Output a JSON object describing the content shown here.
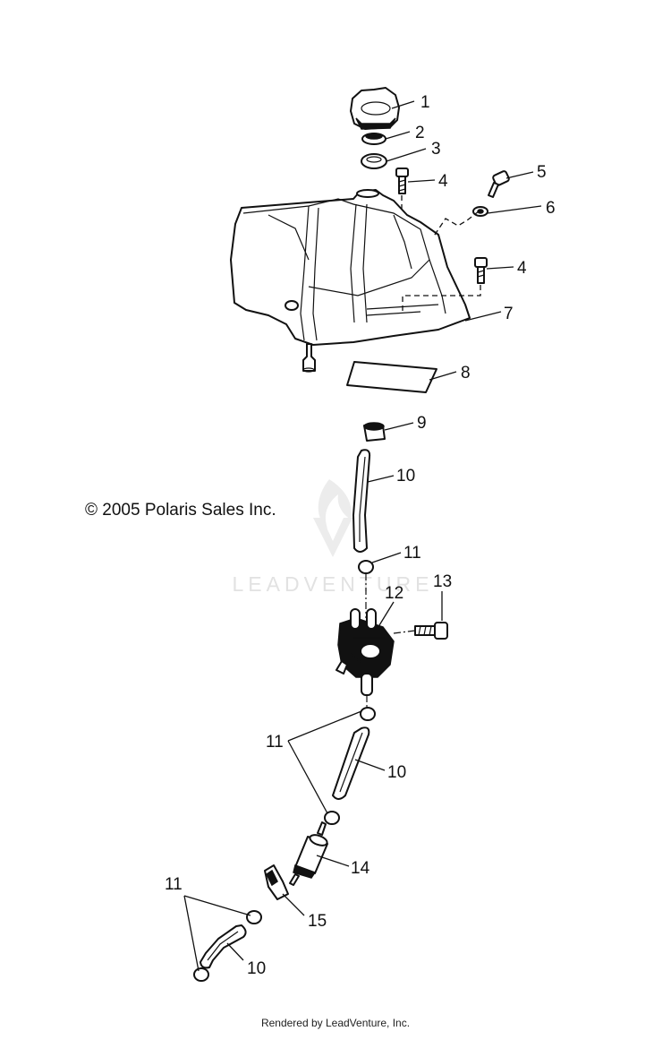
{
  "diagram": {
    "copyright": "© 2005 Polaris Sales Inc.",
    "watermark": "LEADVENTURE",
    "footer": "Rendered by LeadVenture, Inc.",
    "callouts": [
      "1",
      "2",
      "3",
      "4",
      "5",
      "6",
      "4",
      "7",
      "8",
      "9",
      "10",
      "11",
      "12",
      "13",
      "11",
      "10",
      "14",
      "15",
      "11",
      "10"
    ]
  }
}
